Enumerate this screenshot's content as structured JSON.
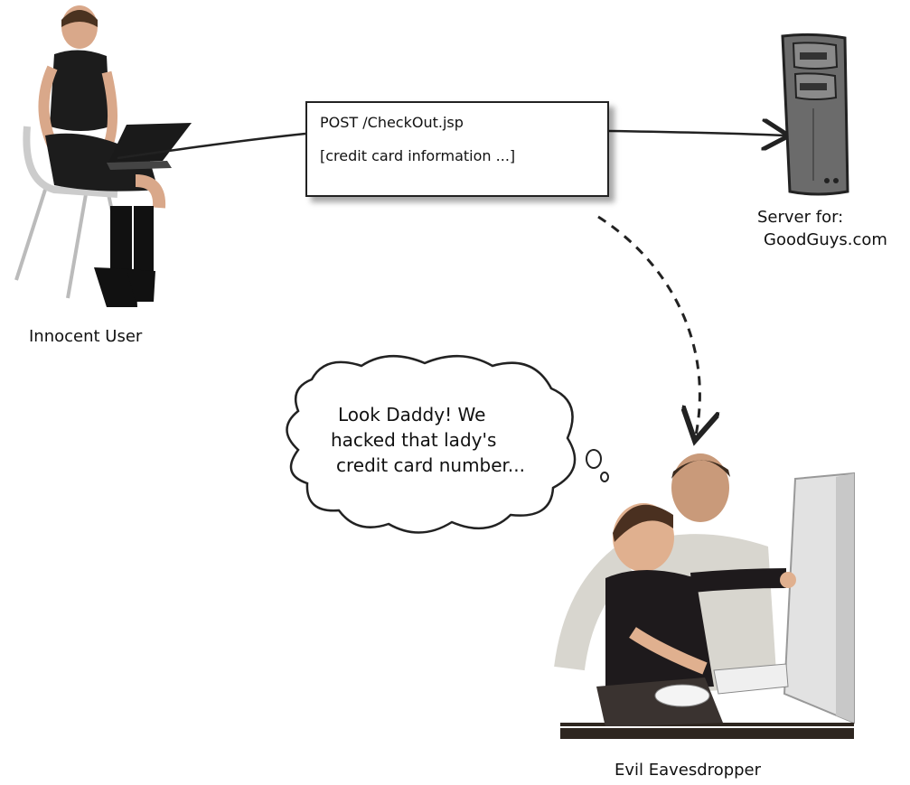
{
  "request": {
    "line1": "POST  /CheckOut.jsp",
    "line2": "[credit card information ...]"
  },
  "labels": {
    "user": "Innocent User",
    "server_line1": "Server for:",
    "server_line2": "GoodGuys.com",
    "eavesdropper": "Evil Eavesdropper"
  },
  "thought": {
    "line1": "Look Daddy! We",
    "line2": "hacked that lady's",
    "line3": "credit card number..."
  }
}
